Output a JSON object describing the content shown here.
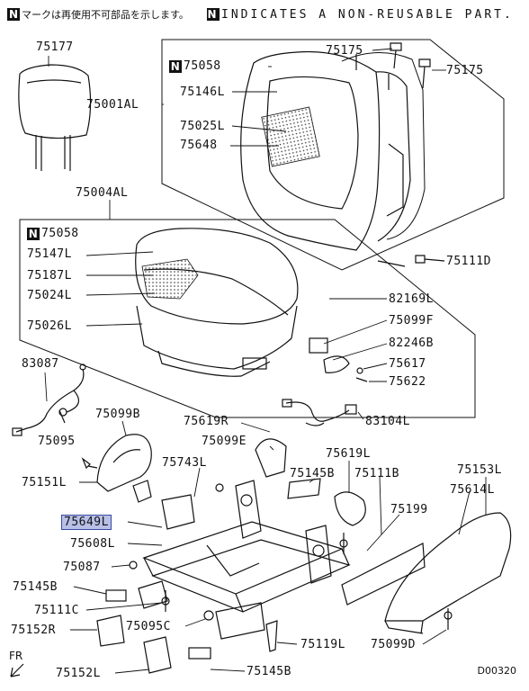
{
  "header": {
    "badge": "N",
    "note_jp": "マークは再使用不可部品を示します。",
    "note_en": "INDICATES A NON-REUSABLE PART."
  },
  "labels": {
    "p75177": "75177",
    "p75001AL": "75001AL",
    "p75058_top": "75058",
    "p75146L": "75146L",
    "p75025L": "75025L",
    "p75648": "75648",
    "p75175_a": "75175",
    "p75175_b": "75175",
    "p75111D": "75111D",
    "p75004AL": "75004AL",
    "p75058_mid": "75058",
    "p75147L": "75147L",
    "p75187L": "75187L",
    "p75024L": "75024L",
    "p75026L": "75026L",
    "p82169L": "82169L",
    "p75099F": "75099F",
    "p82246B": "82246B",
    "p75617": "75617",
    "p75622": "75622",
    "p83087": "83087",
    "p83104L": "83104L",
    "p75095": "75095",
    "p75099B": "75099B",
    "p75151L": "75151L",
    "p75619R": "75619R",
    "p75099E": "75099E",
    "p75743L": "75743L",
    "p75145B_a": "75145B",
    "p75619L": "75619L",
    "p75111B": "75111B",
    "p75153L": "75153L",
    "p75614L": "75614L",
    "p75199": "75199",
    "p75649L": "75649L",
    "p75608L": "75608L",
    "p75087": "75087",
    "p75145B_b": "75145B",
    "p75111C": "75111C",
    "p75152R": "75152R",
    "p75095C": "75095C",
    "p75119L": "75119L",
    "p75099D": "75099D",
    "p75152L": "75152L",
    "p75145B_c": "75145B",
    "fr": "FR",
    "drawing_code": "D00320"
  },
  "highlight_color": "#b8c0e8"
}
